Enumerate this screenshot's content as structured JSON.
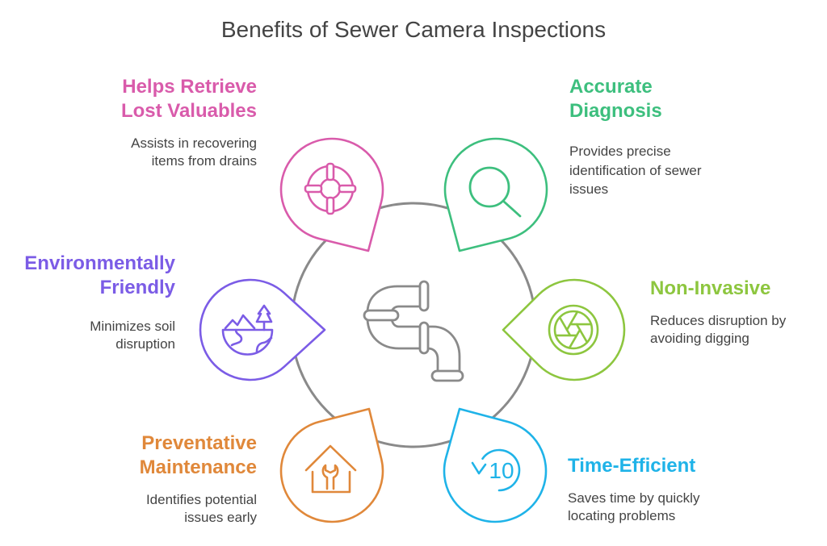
{
  "title": "Benefits of Sewer Camera Inspections",
  "center_icon": "pipe-icon",
  "ring_color": "#8a8a8a",
  "text_color": "#444444",
  "benefits": [
    {
      "title_lines": [
        "Helps Retrieve",
        "Lost Valuables"
      ],
      "description_lines": [
        "Assists in recovering",
        "items from drains"
      ],
      "color": "#d95bab",
      "icon": "lifebuoy-icon"
    },
    {
      "title_lines": [
        "Accurate",
        "Diagnosis"
      ],
      "description_lines": [
        "Provides precise",
        "identification of sewer",
        "issues"
      ],
      "color": "#3dbf7e",
      "icon": "magnifier-icon"
    },
    {
      "title_lines": [
        "Environmentally",
        "Friendly"
      ],
      "description_lines": [
        "Minimizes soil",
        "disruption"
      ],
      "color": "#7b5ce6",
      "icon": "landscape-icon"
    },
    {
      "title_lines": [
        "Non-Invasive"
      ],
      "description_lines": [
        "Reduces disruption by",
        "avoiding digging"
      ],
      "color": "#8dc63f",
      "icon": "camera-aperture-icon"
    },
    {
      "title_lines": [
        "Preventative",
        "Maintenance"
      ],
      "description_lines": [
        "Identifies potential",
        "issues early"
      ],
      "color": "#e0883a",
      "icon": "house-wrench-icon"
    },
    {
      "title_lines": [
        "Time-Efficient"
      ],
      "description_lines": [
        "Saves time by quickly",
        "locating problems"
      ],
      "color": "#1fb3e8",
      "icon": "rewind-10-icon",
      "icon_text": "10"
    }
  ]
}
